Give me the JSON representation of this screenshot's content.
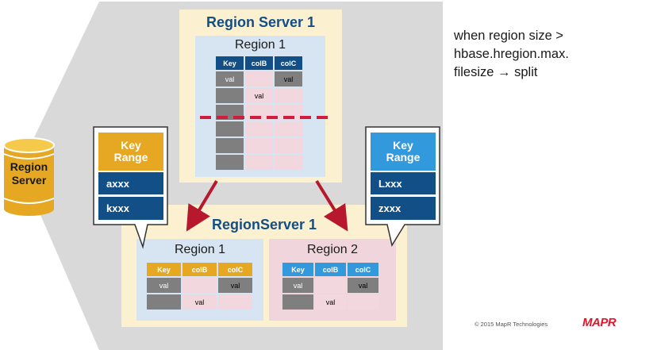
{
  "top_server": {
    "title": "Region Server 1",
    "region": {
      "title": "Region 1",
      "headers": [
        "Key",
        "colB",
        "colC"
      ],
      "rows": [
        [
          "val",
          "",
          "val"
        ],
        [
          "",
          "val",
          ""
        ],
        [
          "",
          "",
          ""
        ],
        [
          "",
          "",
          ""
        ],
        [
          "",
          "",
          ""
        ],
        [
          "",
          "",
          ""
        ]
      ]
    }
  },
  "bottom_server": {
    "title": "RegionServer 1",
    "regions": [
      {
        "title": "Region 1",
        "headers": [
          "Key",
          "colB",
          "colC"
        ],
        "rows": [
          [
            "val",
            "",
            "val"
          ],
          [
            "",
            "val",
            ""
          ]
        ]
      },
      {
        "title": "Region 2",
        "headers": [
          "Key",
          "colB",
          "colC"
        ],
        "rows": [
          [
            "val",
            "",
            "val"
          ],
          [
            "",
            "val",
            ""
          ]
        ]
      }
    ]
  },
  "database": {
    "line1": "Region",
    "line2": "Server"
  },
  "key_range_left": {
    "header_line1": "Key",
    "header_line2": "Range",
    "values": [
      "axxx",
      "kxxx"
    ]
  },
  "key_range_right": {
    "header_line1": "Key",
    "header_line2": "Range",
    "values": [
      "Lxxx",
      "zxxx"
    ]
  },
  "note": {
    "line1": "when region size >",
    "line2": "hbase.hregion.max.",
    "line3": "filesize  → split"
  },
  "footer": {
    "copyright": "© 2015 MapR Technologies",
    "logo": "MAPR"
  },
  "colors": {
    "navy": "#134f87",
    "gold": "#e6a822",
    "light_blue": "#3399dd",
    "split_line": "#d11d3d",
    "arrow": "#b8182d"
  }
}
